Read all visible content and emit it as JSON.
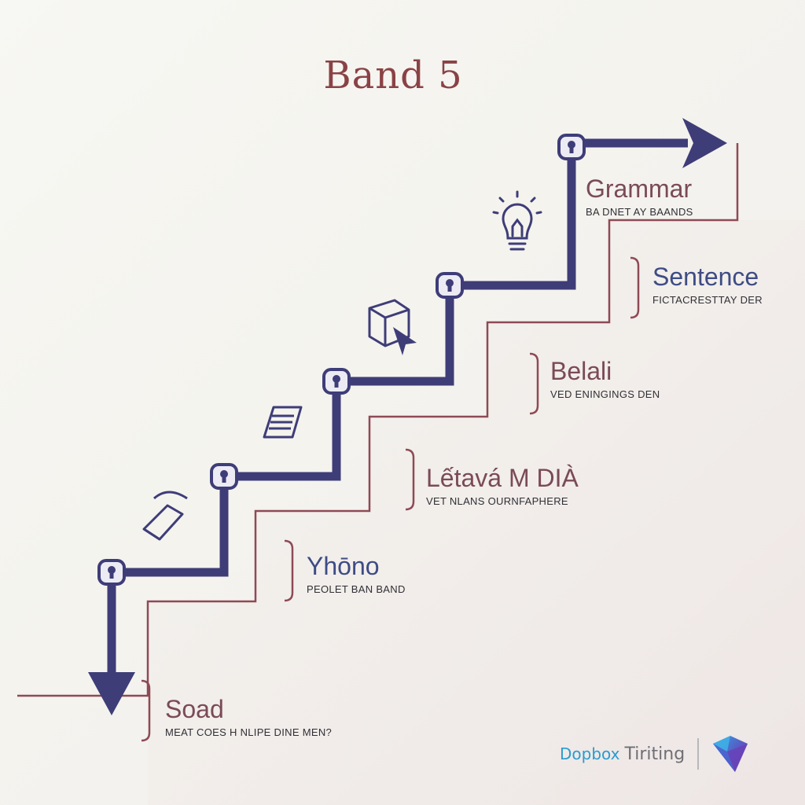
{
  "title": "Band 5",
  "steps": [
    {
      "title": "Soad",
      "subtitle": "MEAT COES H NLIPE DINE MEN?"
    },
    {
      "title": "Yhōno",
      "subtitle": "PEOLET BAN BAND"
    },
    {
      "title": "Lếtavá M DIÀ",
      "subtitle": "VET NLANS OURNFAPHERE"
    },
    {
      "title": "Belali",
      "subtitle": "VED ENINGINGS DEN"
    },
    {
      "title": "Sentence",
      "subtitle": "FICTACRESTTAY DER"
    },
    {
      "title": "Grammar",
      "subtitle": "BA DNET AY BAANDS"
    }
  ],
  "brand": {
    "name": "Dopbox",
    "suffix": "Tiriting"
  },
  "colors": {
    "path": "#3e3d78",
    "stair_outline": "#8e4a55",
    "title": "#8a4245",
    "brand": "#2a9bd0"
  },
  "icons": [
    "lock-badge-icon",
    "pen-icon",
    "document-icon",
    "cube-cursor-icon",
    "lightbulb-icon",
    "diamond-logo-icon"
  ]
}
